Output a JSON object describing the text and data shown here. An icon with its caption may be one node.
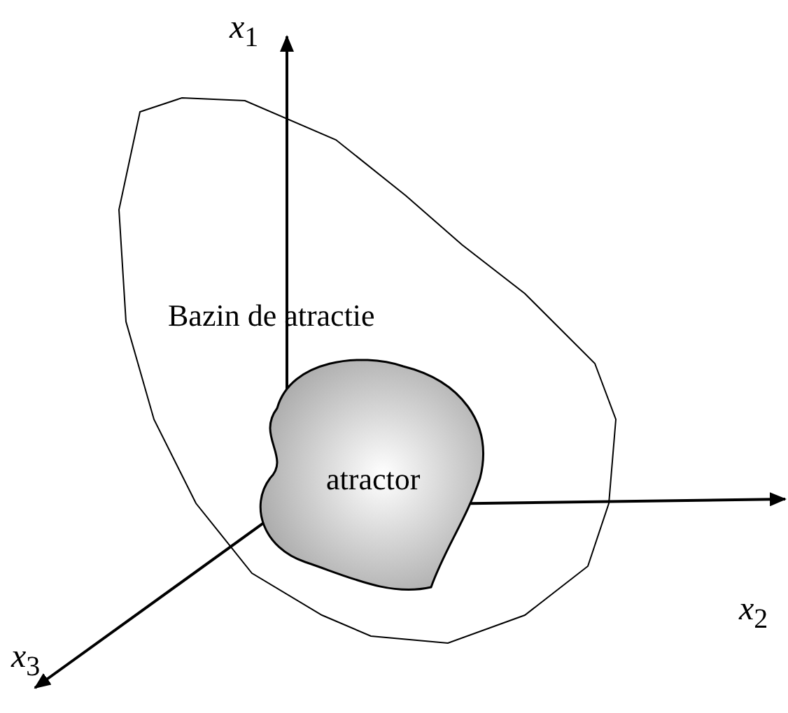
{
  "diagram": {
    "nodes": [
      {
        "text": [
          "Bazin de atractie"
        ]
      },
      {
        "text": [
          "atractor"
        ],
        "in": 0
      }
    ],
    "labels": [
      "*x*$_{1}$",
      "*x*$_{2}$",
      "*x*$_{3}$"
    ]
  }
}
